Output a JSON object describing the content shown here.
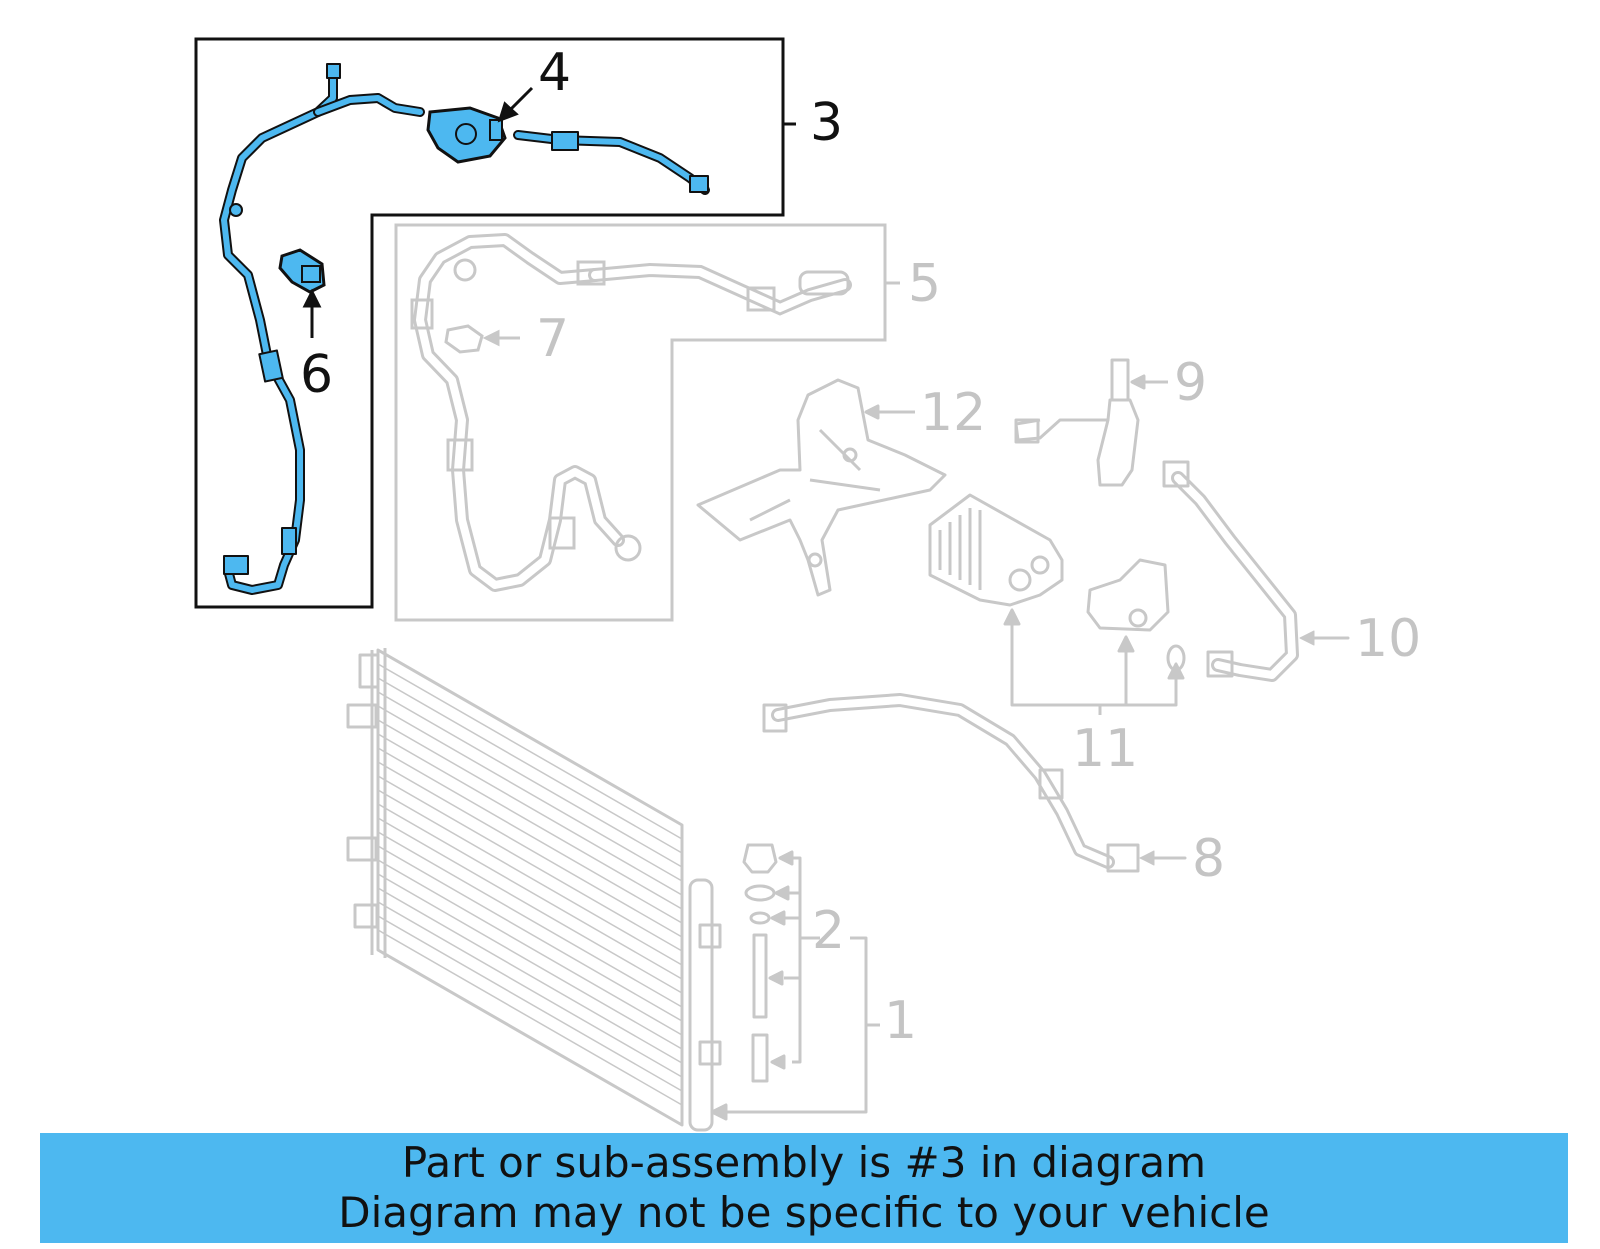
{
  "colors": {
    "highlight": "#4db8f0",
    "outline_dark": "#111111",
    "outline_light": "#c8c8c8",
    "label_dark": "#111111",
    "label_light": "#c4c4c4",
    "banner_bg": "#4db8f0"
  },
  "callouts": {
    "n1": "1",
    "n2": "2",
    "n3": "3",
    "n4": "4",
    "n5": "5",
    "n6": "6",
    "n7": "7",
    "n8": "8",
    "n9": "9",
    "n10": "10",
    "n11": "11",
    "n12": "12"
  },
  "highlighted_callouts": [
    "3",
    "4",
    "6"
  ],
  "banner": {
    "line1": "Part or sub-assembly is #3 in diagram",
    "line2": "Diagram may not be specific to your vehicle"
  }
}
